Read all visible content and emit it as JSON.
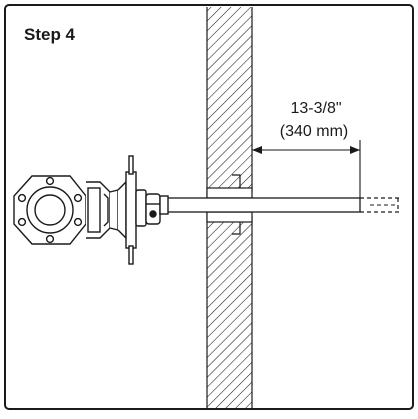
{
  "diagram": {
    "step_label": "Step 4",
    "dimension": {
      "imperial": "13-3/8\"",
      "metric": "(340 mm)"
    }
  },
  "colors": {
    "ink": "#1a1a1a",
    "background": "#ffffff"
  }
}
